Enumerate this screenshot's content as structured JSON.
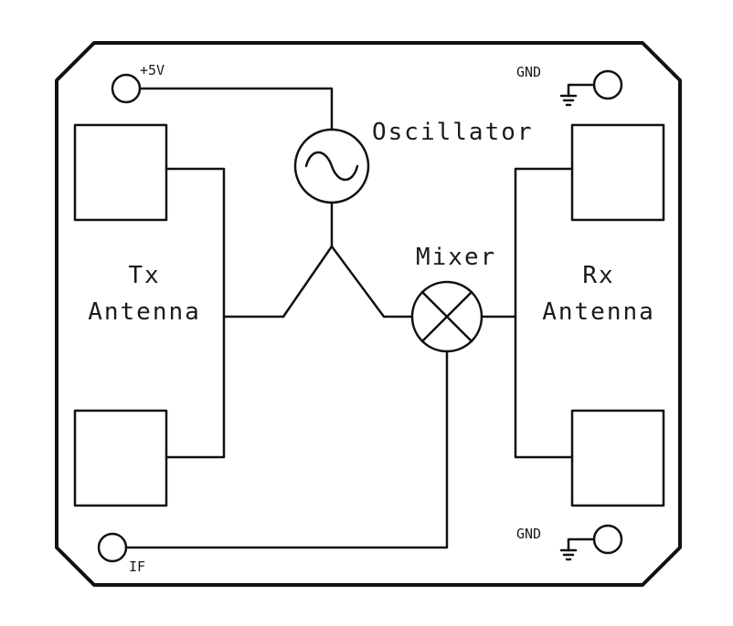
{
  "labels": {
    "power_pin": "+5V",
    "gnd_top": "GND",
    "gnd_bottom": "GND",
    "if_pin": "IF",
    "oscillator": "Oscillator",
    "mixer": "Mixer",
    "tx_line1": "Tx",
    "tx_line2": "Antenna",
    "rx_line1": "Rx",
    "rx_line2": "Antenna"
  },
  "colors": {
    "ink": "#111111",
    "background": "#ffffff"
  },
  "icons": {
    "oscillator": "sine-wave-in-circle",
    "mixer": "x-in-circle",
    "ground": "ground-symbol",
    "pin": "connection-pad"
  }
}
